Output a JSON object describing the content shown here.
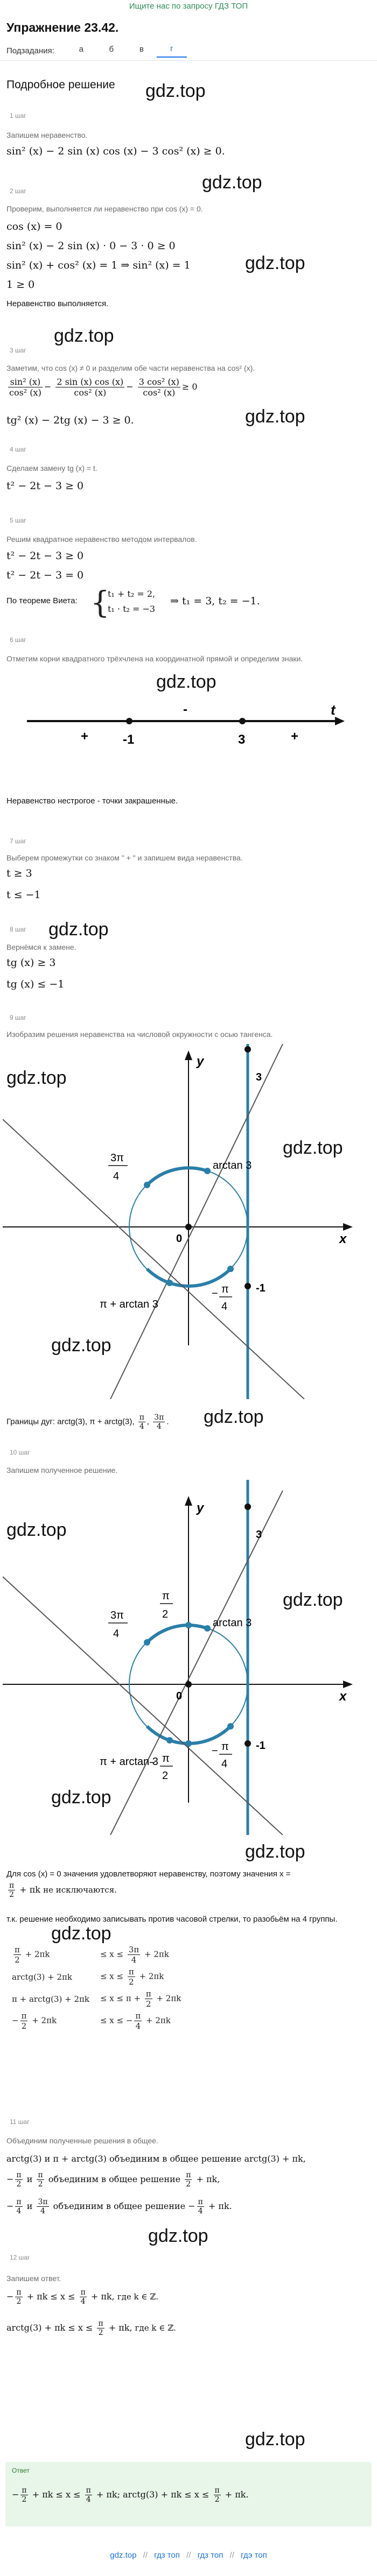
{
  "top_link": "Ищите нас по запросу ГДЗ ТОП",
  "title": "Упражнение 23.42.",
  "subtasks": {
    "label": "Подзадания:",
    "items": [
      "а",
      "б",
      "в",
      "г"
    ],
    "active": "г"
  },
  "solution_heading": "Подробное решение",
  "watermark": "gdz.top",
  "steps": {
    "s1": "1 шаг",
    "s2": "2 шаг",
    "s3": "3 шаг",
    "s4": "4 шаг",
    "s5": "5 шаг",
    "s6": "6 шаг",
    "s7": "7 шаг",
    "s8": "8 шаг",
    "s9": "9 шаг",
    "s10": "10 шаг",
    "s11": "11 шаг",
    "s12": "12 шаг"
  },
  "text": {
    "t1": "Запишем неравенство.",
    "t2": "Проверим, выполняется ли неравенство при cos (x) = 0.",
    "t2b": "Неравенство выполняется.",
    "t3": "Заметим, что cos (x) ≠ 0 и разделим обе части неравенства на cos² (x).",
    "t4": "Сделаем замену tg (x) = t.",
    "t5": "Решим квадратное неравенство методом интервалов.",
    "t5b": "По теореме Виета:",
    "t6": "Отметим корни квадратного трёхчлена на координатной прямой и определим знаки.",
    "t6b": "Неравенство нестрогое - точки закрашенные.",
    "t7": "Выберем промежутки со знаком \" + \" и запишем вида неравенства.",
    "t8": "Вернёмся к замене.",
    "t9": "Изобразим решения неравенства на числовой окружности с осью тангенса.",
    "t9b": "Границы дуг:",
    "t9c": "arctg(3), π + arctg(3),",
    "t10": "Запишем полученное решение.",
    "t10b": "Для cos (x) = 0 значения удовлетворяют неравенству, поэтому значения x =",
    "t10c": "не исключаются.",
    "t10d": "т.к. решение необходимо записывать против часовой стрелки, то разобьём на 4 группы.",
    "t11": "Объединим полученные решения в общее.",
    "t11a": "arctg(3) и π + arctg(3) объединим в общее решение arctg(3) + πk,",
    "t11b": "объединим в общее решение",
    "t12": "Запишем ответ.",
    "where_k": "где k ∈ ℤ.",
    "answer_label": "Ответ"
  },
  "math": {
    "m1": "sin² (x) − 2 sin (x) cos (x) − 3 cos² (x) ≥ 0.",
    "m2a": "cos (x) = 0",
    "m2b": "sin² (x) − 2 sin (x) · 0 − 3 · 0 ≥ 0",
    "m2c": "sin² (x) + cos² (x) = 1 ⇒ sin² (x) = 1",
    "m2d": "1 ≥ 0",
    "m3b": "tg² (x) − 2tg (x) − 3 ≥ 0.",
    "m4": "t² − 2t − 3 ≥ 0",
    "m5a": "t² − 2t − 3 ≥ 0",
    "m5b": "t² − 2t − 3 = 0",
    "m5c": "t₁ + t₂ = 2,",
    "m5d": "t₁ · t₂ = −3",
    "m5e": "⇒ t₁ = 3,  t₂ = −1.",
    "m7a": "t ≥ 3",
    "m7b": "t ≤ −1",
    "m8a": "tg (x) ≥ 3",
    "m8b": "tg (x) ≤ −1",
    "m12a": "+ πk ≤ x ≤",
    "m12b": "+ πk,",
    "m12c": "arctg(3) + πk ≤ x ≤",
    "m12d": "+ πk,"
  },
  "numberline": {
    "root1": "-1",
    "root2": "3",
    "axis": "t",
    "sign_left": "+",
    "sign_mid": "-",
    "sign_right": "+"
  },
  "circle": {
    "y": "y",
    "x": "x",
    "origin": "0",
    "arctan3": "arctan 3",
    "pi_arctan3": "π + arctan 3",
    "three": "3",
    "minus_one": "-1",
    "pi": "π",
    "three_pi": "3π",
    "four": "4",
    "two": "2",
    "minus": "−"
  },
  "footer": {
    "a": "gdz.top",
    "b": "гдз топ",
    "c": "гдз топ",
    "d": "гдэ топ",
    "slash": "//"
  },
  "colors": {
    "accent": "#1a73e8",
    "circle": "#2a7fa8",
    "green": "#2e7d32"
  }
}
